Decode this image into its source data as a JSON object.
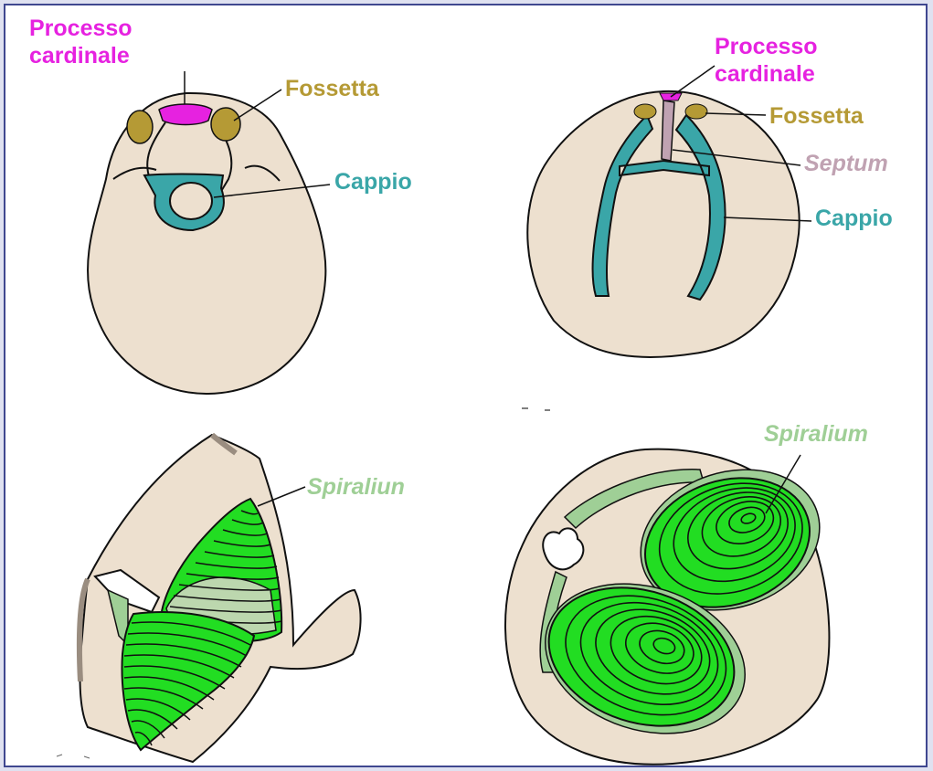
{
  "labels": {
    "tl_processo_line1": "Processo",
    "tl_processo_line2": "cardinale",
    "tl_fossetta": "Fossetta",
    "tl_cappio": "Cappio",
    "tr_processo_line1": "Processo",
    "tr_processo_line2": "cardinale",
    "tr_fossetta": "Fossetta",
    "tr_septum": "Septum",
    "tr_cappio": "Cappio",
    "bl_spiralium": "Spiraliun",
    "br_spiralium": "Spiralium"
  },
  "colors": {
    "processo": "#e622e0",
    "fossetta": "#b59a35",
    "cappio": "#3aa6a8",
    "septum": "#c0a2b2",
    "spiralium_label": "#9fcf96",
    "spiralium_fill": "#22dd22",
    "shell": "#ede0cf",
    "frame_border": "#3f4790",
    "background": "#dfe1f0"
  }
}
